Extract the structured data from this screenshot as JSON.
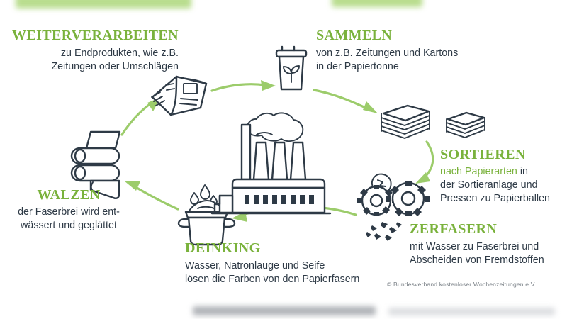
{
  "infographic": {
    "title_alt": "Papier-Recycling Kreislauf",
    "colors": {
      "accent_green": "#7ab23c",
      "arrow_green": "#9ccc6b",
      "ink_dark": "#2e3a46",
      "background": "#ffffff",
      "credit_gray": "#7b8288"
    },
    "credit": "© Bundesverband kostenloser Wochenzeitungen e.V."
  },
  "steps": [
    {
      "id": "weiterverarbeiten",
      "heading": "WEITERVERARBEITEN",
      "line1": "zu Endprodukten, wie z.B.",
      "line2": "Zeitungen oder Umschlägen",
      "icon": "newspaper-icon"
    },
    {
      "id": "sammeln",
      "heading": "SAMMELN",
      "line1": "von z.B. Zeitungen und Kartons",
      "line2": "in der Papiertonne",
      "icon": "recycling-bin-icon"
    },
    {
      "id": "sortieren",
      "heading": "SORTIEREN",
      "line1_accent": "nach Papierarten",
      "line1_rest": " in",
      "line2": "der Sortieranlage und",
      "line3": "Pressen zu Papierballen",
      "icon": "paper-stacks-icon"
    },
    {
      "id": "zerfasern",
      "heading": "ZERFASERN",
      "line1": "mit Wasser zu Faserbrei und",
      "line2": "Abscheiden von Fremdstoffen",
      "icon": "gears-icon"
    },
    {
      "id": "deinking",
      "heading": "DEINKING",
      "line1": "Wasser, Natronlauge und Seife",
      "line2": "lösen die Farben von den Papierfasern",
      "icon": "pot-icon"
    },
    {
      "id": "walzen",
      "heading": "WALZEN",
      "line1": "der Faserbrei wird ent-",
      "line2": "wässert und geglättet",
      "icon": "rollers-icon"
    }
  ],
  "center": {
    "icon": "factory-icon"
  }
}
